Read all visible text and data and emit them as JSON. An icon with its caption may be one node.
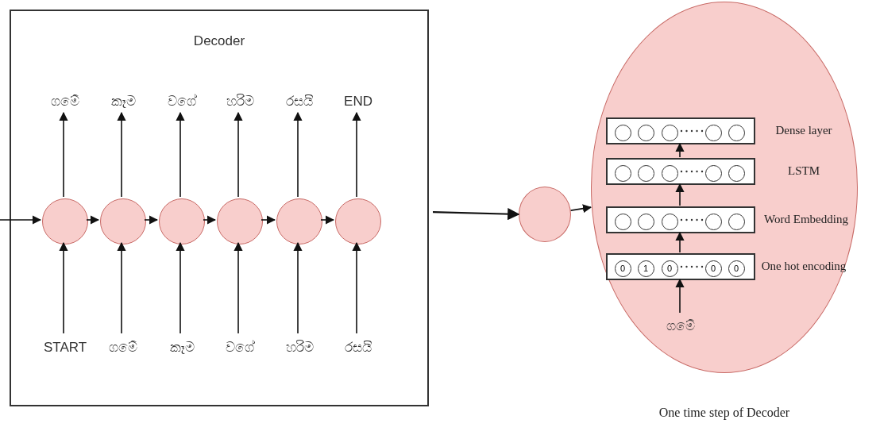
{
  "diagram": {
    "nodes": [
      {
        "text": [
          "Decoder"
        ]
      },
      {
        "text": [
          "ගමේ"
        ],
        "in": 0
      },
      {
        "text": [
          "කෑම"
        ],
        "in": 0
      },
      {
        "text": [
          "වගේ"
        ],
        "in": 0
      },
      {
        "text": [
          "හරිම"
        ],
        "in": 0
      },
      {
        "text": [
          "රසයි"
        ],
        "in": 0
      },
      {
        "text": [
          "END"
        ],
        "in": 0
      },
      {
        "text": [],
        "shape": "circle",
        "in": 0
      },
      {
        "text": [],
        "shape": "circle",
        "in": 0
      },
      {
        "text": [],
        "shape": "circle",
        "in": 0
      },
      {
        "text": [],
        "shape": "circle",
        "in": 0
      },
      {
        "text": [],
        "shape": "circle",
        "in": 0
      },
      {
        "text": [],
        "shape": "circle",
        "in": 0
      },
      {
        "text": [
          "START"
        ],
        "in": 0
      },
      {
        "text": [
          "ගමේ"
        ],
        "in": 0
      },
      {
        "text": [
          "කෑම"
        ],
        "in": 0
      },
      {
        "text": [
          "වගේ"
        ],
        "in": 0
      },
      {
        "text": [
          "හරිම"
        ],
        "in": 0
      },
      {
        "text": [
          "රසයි"
        ],
        "in": 0
      },
      {
        "text": [],
        "shape": "circle"
      },
      {
        "text": [],
        "shape": "circle",
        "beside": [
          "One time step of Decoder"
        ]
      },
      {
        "text": [],
        "shape": "box",
        "in": 20,
        "beside": [
          "Dense layer"
        ]
      },
      {
        "text": [],
        "shape": "circle",
        "in": 21
      },
      {
        "text": [],
        "shape": "circle",
        "in": 21
      },
      {
        "text": [],
        "shape": "circle",
        "in": 21
      },
      {
        "text": [],
        "shape": "circle",
        "in": 21
      },
      {
        "text": [],
        "shape": "circle",
        "in": 21
      },
      {
        "text": [],
        "shape": "box",
        "in": 20,
        "beside": [
          "LSTM"
        ]
      },
      {
        "text": [],
        "shape": "circle",
        "in": 27
      },
      {
        "text": [],
        "shape": "circle",
        "in": 27
      },
      {
        "text": [],
        "shape": "circle",
        "in": 27
      },
      {
        "text": [],
        "shape": "circle",
        "in": 27
      },
      {
        "text": [],
        "shape": "circle",
        "in": 27
      },
      {
        "text": [],
        "shape": "box",
        "in": 20,
        "beside": [
          "Word Embedding"
        ]
      },
      {
        "text": [],
        "shape": "circle",
        "in": 33
      },
      {
        "text": [],
        "shape": "circle",
        "in": 33
      },
      {
        "text": [],
        "shape": "circle",
        "in": 33
      },
      {
        "text": [],
        "shape": "circle",
        "in": 33
      },
      {
        "text": [],
        "shape": "circle",
        "in": 33
      },
      {
        "text": [],
        "shape": "box",
        "in": 20,
        "beside": [
          "One hot encoding"
        ]
      },
      {
        "text": [
          "0"
        ],
        "in": 39
      },
      {
        "text": [
          "1"
        ],
        "in": 39
      },
      {
        "text": [
          "0"
        ],
        "in": 39
      },
      {
        "text": [
          "0"
        ],
        "in": 39
      },
      {
        "text": [
          "0"
        ],
        "in": 39
      },
      {
        "text": [
          "ගමේ"
        ],
        "in": 20
      }
    ],
    "edges": [
      {
        "from": null,
        "to": 7,
        "arrow": "to"
      },
      {
        "from": 7,
        "to": 8,
        "arrow": "to"
      },
      {
        "from": 8,
        "to": 9,
        "arrow": "to"
      },
      {
        "from": 9,
        "to": 10,
        "arrow": "to"
      },
      {
        "from": 10,
        "to": 11,
        "arrow": "to"
      },
      {
        "from": 11,
        "to": 12,
        "arrow": "to"
      },
      {
        "from": 13,
        "to": 7,
        "arrow": "to"
      },
      {
        "from": 14,
        "to": 8,
        "arrow": "to"
      },
      {
        "from": 15,
        "to": 9,
        "arrow": "to"
      },
      {
        "from": 16,
        "to": 10,
        "arrow": "to"
      },
      {
        "from": 17,
        "to": 11,
        "arrow": "to"
      },
      {
        "from": 18,
        "to": 12,
        "arrow": "to"
      },
      {
        "from": 7,
        "to": 1,
        "arrow": "to"
      },
      {
        "from": 8,
        "to": 2,
        "arrow": "to"
      },
      {
        "from": 9,
        "to": 3,
        "arrow": "to"
      },
      {
        "from": 10,
        "to": 4,
        "arrow": "to"
      },
      {
        "from": 11,
        "to": 5,
        "arrow": "to"
      },
      {
        "from": 12,
        "to": 6,
        "arrow": "to"
      },
      {
        "from": 0,
        "to": 19,
        "arrow": "to"
      },
      {
        "from": 19,
        "to": 20,
        "arrow": "to"
      },
      {
        "from": 45,
        "to": 39,
        "arrow": "to"
      },
      {
        "from": 39,
        "to": 33,
        "arrow": "to"
      },
      {
        "from": 33,
        "to": 27,
        "arrow": "to"
      },
      {
        "from": 27,
        "to": 21,
        "arrow": "to"
      }
    ]
  }
}
